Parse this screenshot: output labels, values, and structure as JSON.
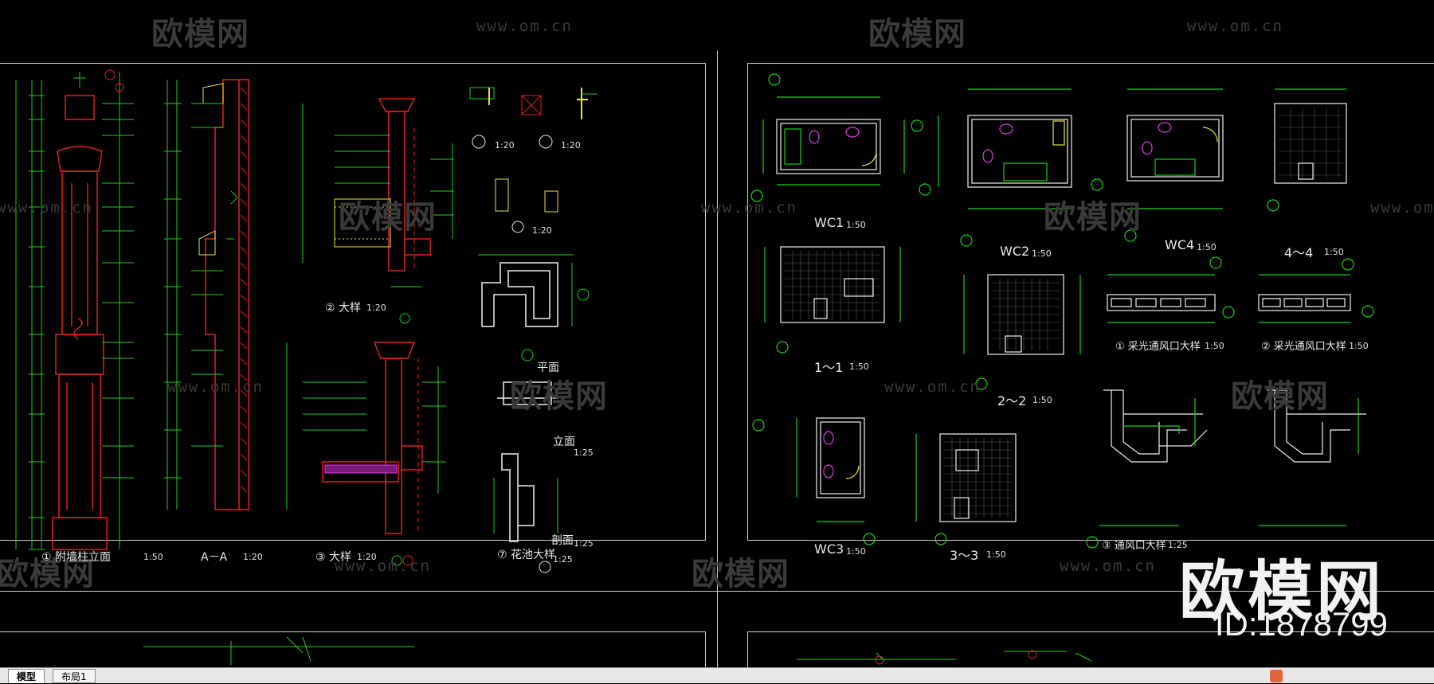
{
  "watermark": {
    "brand": "欧模网",
    "url": "www.om.cn"
  },
  "brand_overlay": {
    "name": "欧模网",
    "id_text": "ID:1878799"
  },
  "labels": {
    "left_sheet": {
      "elevation": "① 附墙柱立面",
      "elevation_scale": "1:50",
      "section_aa": "A－A",
      "section_aa_scale": "1:20",
      "detail2": "② 大样",
      "detail2_scale": "1:20",
      "detail3": "③ 大样",
      "detail3_scale": "1:20",
      "detail4_scale": "1:20",
      "detail5_scale": "1:20",
      "detail6_scale": "1:20",
      "plan": "平面",
      "front": "立面",
      "front_scale": "1:25",
      "section": "剖面",
      "section_scale": "1:25",
      "detail7": "⑦ 花池大样",
      "detail7_scale": "1:25"
    },
    "right_sheet": {
      "wc1": "WC1",
      "wc2": "WC2",
      "wc3": "WC3",
      "wc4": "WC4",
      "sec11": "1～1",
      "sec22": "2～2",
      "sec33": "3～3",
      "sec44": "4～4",
      "vent1": "① 采光通风口大样",
      "vent2": "② 采光通风口大样",
      "vent3": "③ 通风口大样",
      "scale_50": "1:50",
      "scale_25": "1:25"
    }
  },
  "tabs": [
    {
      "label": "模型",
      "active": true
    },
    {
      "label": "布局1",
      "active": false
    }
  ],
  "colors": {
    "background": "#000000",
    "line_green": "#19d219",
    "line_red": "#e02020",
    "line_yellow": "#e8e33a",
    "line_magenta": "#e040e0",
    "line_white": "#d8d8d8",
    "line_cyan": "#2fd6d6"
  }
}
